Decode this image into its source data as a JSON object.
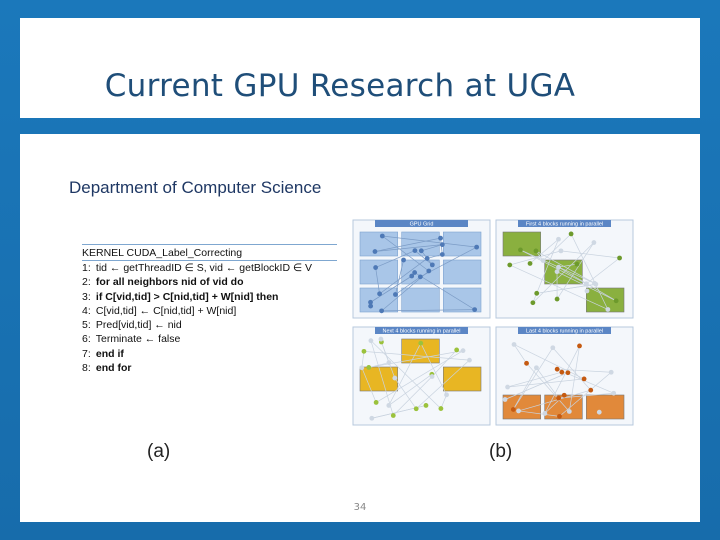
{
  "slide": {
    "title": "Current GPU Research at UGA",
    "subtitle": "Department of Computer Science",
    "page_number": "34"
  },
  "figure": {
    "caption_a": "(a)",
    "caption_b": "(b)",
    "panels": [
      {
        "label": "GPU Grid",
        "color": "#a9c6e8"
      },
      {
        "label": "First 4 blocks running in parallel",
        "color": "#8ab03f"
      },
      {
        "label": "Next 4 blocks running in parallel",
        "color": "#e8b623"
      },
      {
        "label": "Last 4 blocks running in parallel",
        "color": "#e1893a"
      }
    ]
  },
  "algorithm": {
    "kernel": "KERNEL",
    "name": " CUDA_Label_Correcting",
    "lines": [
      {
        "no": "1:",
        "text": "tid ← getThreadID ∈ S, vid ← getBlockID ∈ V"
      },
      {
        "no": "2:",
        "text": "for all neighbors nid of vid do"
      },
      {
        "no": "3:",
        "text": "      if C[vid,tid] > C[nid,tid] + W[nid] then"
      },
      {
        "no": "4:",
        "text": "            C[vid,tid] ← C[nid,tid] + W[nid]"
      },
      {
        "no": "5:",
        "text": "            Pred[vid,tid] ← nid"
      },
      {
        "no": "6:",
        "text": "            Terminate ← false"
      },
      {
        "no": "7:",
        "text": "      end if"
      },
      {
        "no": "8:",
        "text": "end for"
      }
    ]
  }
}
